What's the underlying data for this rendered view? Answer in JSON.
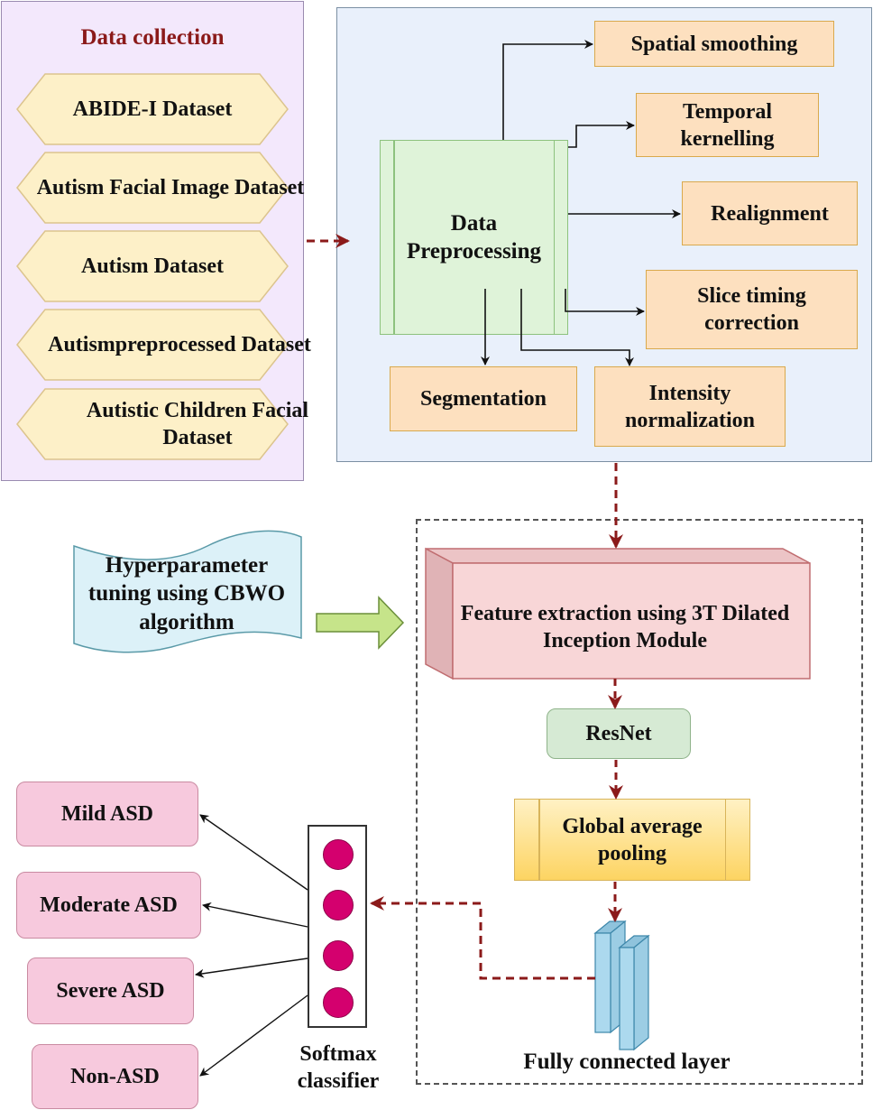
{
  "data_collection": {
    "title": "Data collection",
    "datasets": [
      "ABIDE-I Dataset",
      "Autism Facial Image Dataset",
      "Autism Dataset",
      "Autismpreprocessed Dataset",
      "Autistic Children Facial Dataset"
    ]
  },
  "preprocessing": {
    "main": "Data Preprocessing",
    "steps": {
      "spatial_smoothing": "Spatial smoothing",
      "temporal_kernelling": "Temporal kernelling",
      "realignment": "Realignment",
      "slice_timing": "Slice timing correction",
      "segmentation": "Segmentation",
      "intensity_normalization": "Intensity normalization"
    }
  },
  "hyperparameter": {
    "label": "Hyperparameter tuning using CBWO algorithm"
  },
  "model": {
    "feature_extraction": "Feature extraction using 3T Dilated Inception Module",
    "resnet": "ResNet",
    "global_avg_pooling": "Global average pooling",
    "fully_connected": "Fully connected layer"
  },
  "classifier": {
    "label": "Softmax classifier",
    "outputs": [
      "Mild ASD",
      "Moderate ASD",
      "Severe ASD",
      "Non-ASD"
    ]
  },
  "colors": {
    "accent_arrow": "#8b1a1a",
    "softmax_node": "#d4006e"
  }
}
